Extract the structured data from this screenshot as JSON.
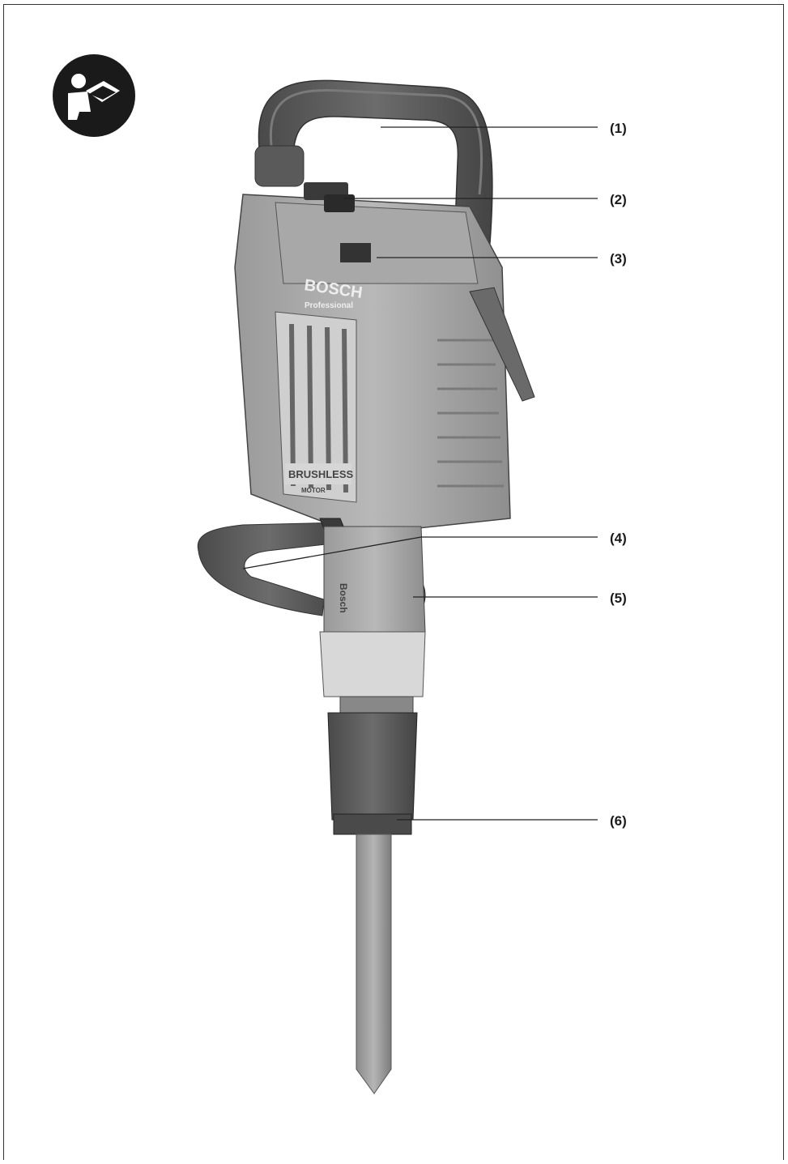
{
  "callouts": [
    {
      "label": "(1)"
    },
    {
      "label": "(2)"
    },
    {
      "label": "(3)"
    },
    {
      "label": "(4)"
    },
    {
      "label": "(5)"
    },
    {
      "label": "(6)"
    }
  ],
  "tool_markings": {
    "brand": "BOSCH",
    "line": "Professional",
    "motor_top": "BRUSHLESS",
    "motor_bottom": "MOTOR",
    "side_brand": "Bosch"
  },
  "icons": {
    "manual": "read-manual-icon"
  }
}
